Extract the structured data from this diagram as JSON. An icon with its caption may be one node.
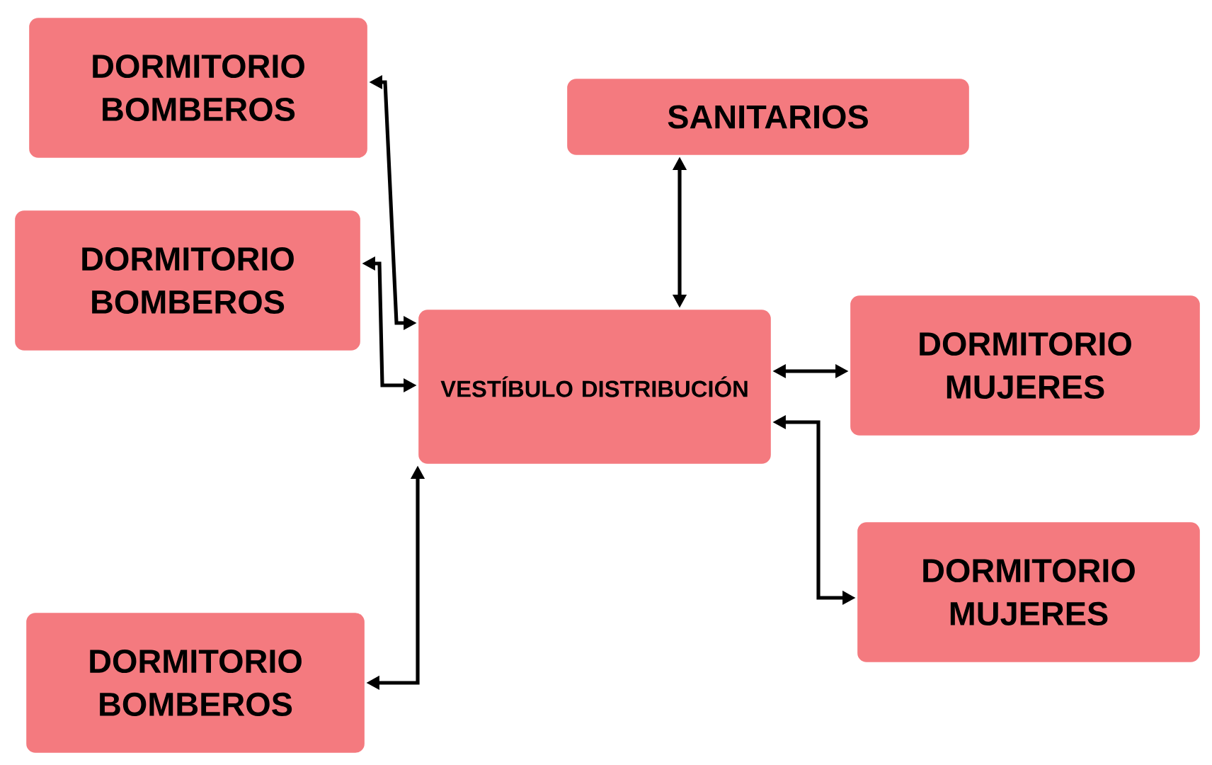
{
  "diagram": {
    "nodes": [
      {
        "text": [
          "DORMITORIO BOMBEROS"
        ]
      },
      {
        "text": [
          "SANITARIOS"
        ]
      },
      {
        "text": [
          "DORMITORIO BOMBEROS"
        ]
      },
      {
        "text": [
          "VESTÍBULO DISTRIBUCIÓN"
        ]
      },
      {
        "text": [
          "DORMITORIO MUJERES"
        ]
      },
      {
        "text": [
          "DORMITORIO MUJERES"
        ]
      },
      {
        "text": [
          "DORMITORIO BOMBEROS"
        ]
      }
    ],
    "edges": [
      {
        "from": 0,
        "to": 3,
        "arrow": "both"
      },
      {
        "from": 2,
        "to": 3,
        "arrow": "both"
      },
      {
        "from": 6,
        "to": 3,
        "arrow": "both"
      },
      {
        "from": 1,
        "to": 3,
        "arrow": "both"
      },
      {
        "from": 3,
        "to": 4,
        "arrow": "both"
      },
      {
        "from": 3,
        "to": 5,
        "arrow": "both"
      }
    ]
  }
}
